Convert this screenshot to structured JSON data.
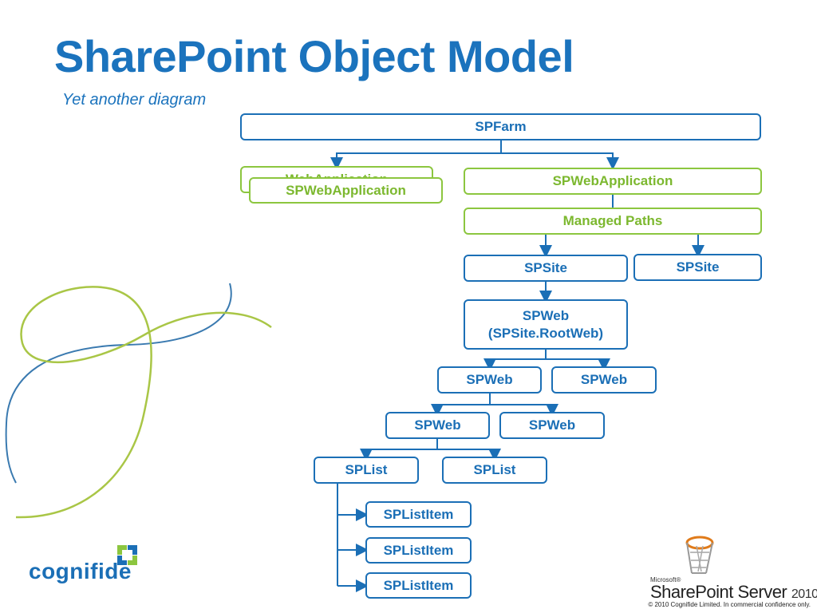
{
  "title": "SharePoint Object Model",
  "subtitle": "Yet another diagram",
  "nodes": {
    "spfarm": "SPFarm",
    "webapp_left_back": "WebApplication",
    "webapp_left_front": "SPWebApplication",
    "webapp_right": "SPWebApplication",
    "managed_paths": "Managed Paths",
    "spsite_left": "SPSite",
    "spsite_right": "SPSite",
    "rootweb_line1": "SPWeb",
    "rootweb_line2": "(SPSite.RootWeb)",
    "spweb_l1_a": "SPWeb",
    "spweb_l1_b": "SPWeb",
    "spweb_l2_a": "SPWeb",
    "spweb_l2_b": "SPWeb",
    "splist_a": "SPList",
    "splist_b": "SPList",
    "splistitem_1": "SPListItem",
    "splistitem_2": "SPListItem",
    "splistitem_3": "SPListItem"
  },
  "footer": {
    "cognifide_logo": "cognifide",
    "microsoft_label": "Microsoft®",
    "sharepoint_server": "SharePoint Server",
    "sharepoint_year": "2010",
    "copyright": "© 2010 Cognifide Limited. In commercial confidence only."
  },
  "colors": {
    "blue": "#1b6fb6",
    "green": "#8cc63f",
    "title_blue": "#1b73bd"
  }
}
